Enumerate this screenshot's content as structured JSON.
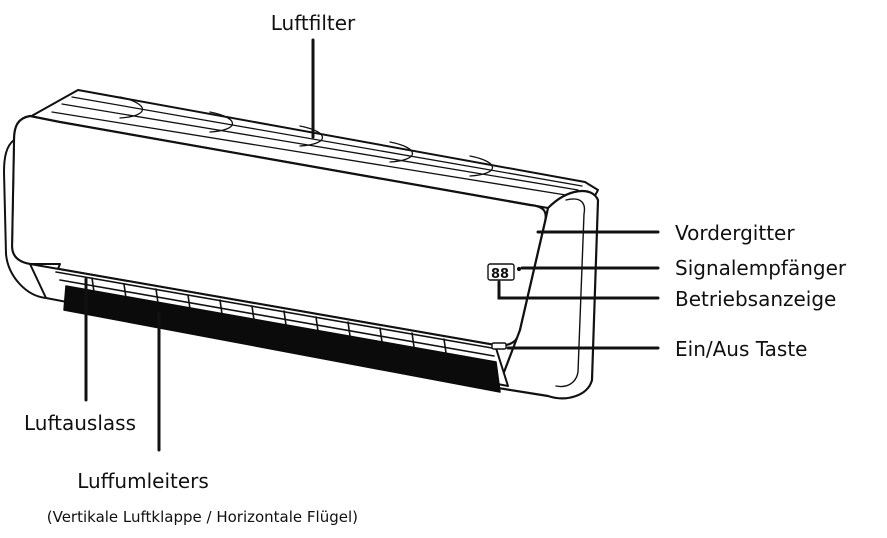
{
  "labels": {
    "air_filter": "Luftfilter",
    "front_grille": "Vordergitter",
    "signal_receiver": "Signalempfänger",
    "operation_indicator": "Betriebsanzeige",
    "on_off_button": "Ein/Aus Taste",
    "air_outlet": "Luftauslass",
    "air_deflector": "Luffumleiters",
    "air_deflector_detail": "(Vertikale Luftklappe / Horizontale Flügel)"
  },
  "display_text": "88"
}
